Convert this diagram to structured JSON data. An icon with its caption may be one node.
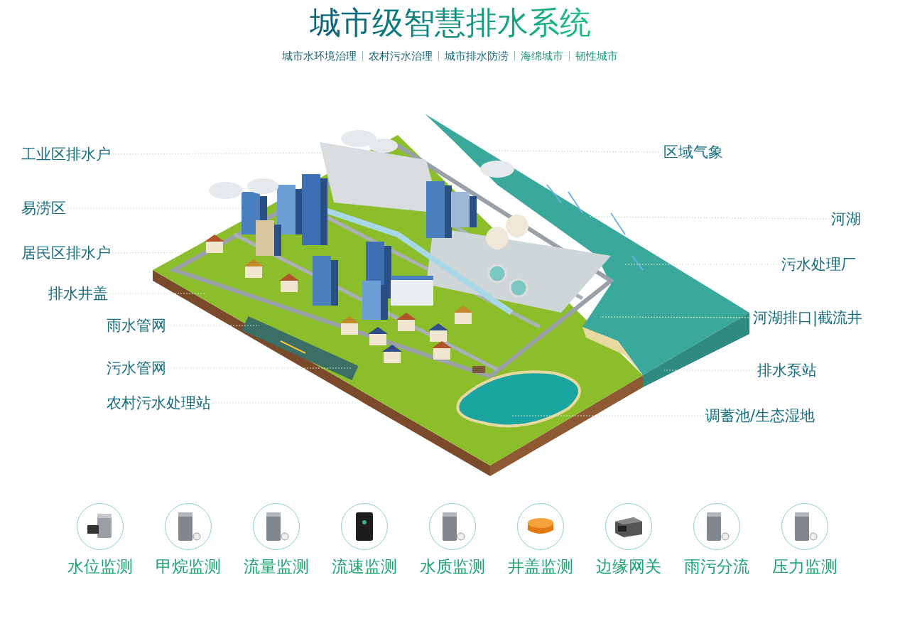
{
  "diagram": {
    "title": "城市级智慧排水系统",
    "nodes": [
      {
        "text": [
          "工业区排水户"
        ]
      },
      {
        "text": [
          "易涝区"
        ]
      },
      {
        "text": [
          "居民区排水户"
        ]
      },
      {
        "text": [
          "排水井盖"
        ]
      },
      {
        "text": [
          "雨水管网"
        ]
      },
      {
        "text": [
          "污水管网"
        ]
      },
      {
        "text": [
          "农村污水处理站"
        ]
      },
      {
        "text": [
          "区域气象"
        ]
      },
      {
        "text": [
          "河湖"
        ]
      },
      {
        "text": [
          "污水处理厂"
        ]
      },
      {
        "text": [
          "河湖排口|截流井"
        ]
      },
      {
        "text": [
          "排水泵站"
        ]
      },
      {
        "text": [
          "调蓄池/生态湿地"
        ]
      },
      {
        "text": [
          "水位监测"
        ]
      },
      {
        "text": [
          "甲烷监测"
        ]
      },
      {
        "text": [
          "流量监测"
        ]
      },
      {
        "text": [
          "流速监测"
        ]
      },
      {
        "text": [
          "水质监测"
        ]
      },
      {
        "text": [
          "井盖监测"
        ]
      },
      {
        "text": [
          "边缘网关"
        ]
      },
      {
        "text": [
          "雨污分流"
        ]
      },
      {
        "text": [
          "压力监测"
        ]
      }
    ],
    "edges": [
      {
        "from": 0,
        "to": null,
        "arrow": "none"
      },
      {
        "from": 1,
        "to": null,
        "arrow": "none"
      },
      {
        "from": 2,
        "to": null,
        "arrow": "none"
      },
      {
        "from": 3,
        "to": null,
        "arrow": "none"
      },
      {
        "from": 4,
        "to": null,
        "arrow": "none"
      },
      {
        "from": 5,
        "to": null,
        "arrow": "none"
      },
      {
        "from": 6,
        "to": null,
        "arrow": "none"
      },
      {
        "from": 7,
        "to": null,
        "arrow": "none"
      },
      {
        "from": 8,
        "to": null,
        "arrow": "none"
      },
      {
        "from": 9,
        "to": null,
        "arrow": "none"
      },
      {
        "from": 10,
        "to": null,
        "arrow": "none"
      },
      {
        "from": 11,
        "to": null,
        "arrow": "none"
      },
      {
        "from": 12,
        "to": null,
        "arrow": "none"
      }
    ],
    "labels": [
      "城市水环境治理",
      "农村污水治理",
      "城市排水防涝",
      "海绵城市",
      "韧性城市"
    ]
  }
}
